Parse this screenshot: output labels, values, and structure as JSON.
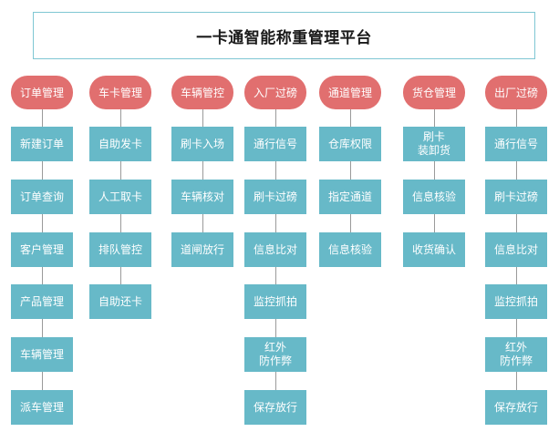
{
  "title": "一卡通智能称重管理平台",
  "colors": {
    "header": "#e16f6f",
    "item": "#67b9c8",
    "line": "#9a9a9a",
    "border": "#7fc7d3"
  },
  "columns": [
    {
      "label": "订单管理",
      "items": [
        "新建订单",
        "订单查询",
        "客户管理",
        "产品管理",
        "车辆管理",
        "派车管理"
      ]
    },
    {
      "label": "车卡管理",
      "items": [
        "自助发卡",
        "人工取卡",
        "排队管控",
        "自助还卡"
      ]
    },
    {
      "label": "车辆管控",
      "items": [
        "刷卡入场",
        "车辆核对",
        "道闸放行"
      ]
    },
    {
      "label": "入厂过磅",
      "items": [
        "通行信号",
        "刷卡过磅",
        "信息比对",
        "监控抓拍",
        "红外\n防作弊",
        "保存放行"
      ]
    },
    {
      "label": "通道管理",
      "items": [
        "仓库权限",
        "指定通道",
        "信息核验"
      ]
    },
    {
      "label": "货仓管理",
      "items": [
        "刷卡\n装卸货",
        "信息核验",
        "收货确认"
      ]
    },
    {
      "label": "出厂过磅",
      "items": [
        "通行信号",
        "刷卡过磅",
        "信息比对",
        "监控抓拍",
        "红外\n防作弊",
        "保存放行"
      ]
    }
  ]
}
